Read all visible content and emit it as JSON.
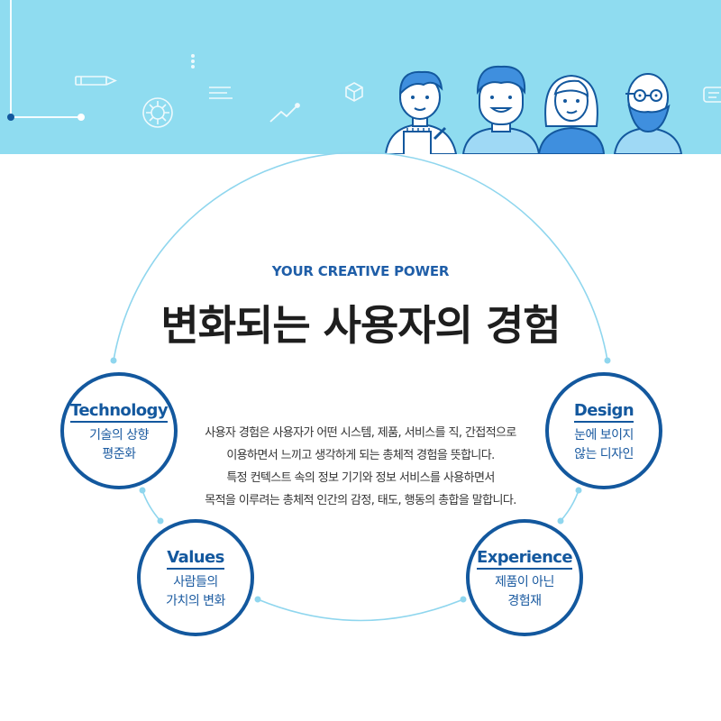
{
  "colors": {
    "banner_bg": "#8fdcf0",
    "accent_navy": "#13589e",
    "ring_line": "#8fd6ee",
    "headline": "#1e1e1e"
  },
  "hero": {
    "eyebrow": "YOUR CREATIVE POWER",
    "headline": "변화되는 사용자의 경험",
    "description_lines": [
      "사용자 경험은 사용자가 어떤 시스템, 제품, 서비스를 직, 간접적으로",
      "이용하면서 느끼고 생각하게 되는 총체적 경험을 뜻합니다.",
      "특정 컨텍스트 속의 정보 기기와 정보 서비스를 사용하면서",
      "목적을 이루려는 총체적 인간의 감정, 태도, 행동의 총합을 말합니다."
    ]
  },
  "nodes": [
    {
      "title": "Technology",
      "lines": [
        "기술의 상향",
        "평준화"
      ]
    },
    {
      "title": "Design",
      "lines": [
        "눈에 보이지",
        "않는 디자인"
      ]
    },
    {
      "title": "Values",
      "lines": [
        "사람들의",
        "가치의 변화"
      ]
    },
    {
      "title": "Experience",
      "lines": [
        "제품이 아닌",
        "경험재"
      ]
    }
  ],
  "banner": {
    "icons": [
      "pencil-icon",
      "gear-cycle-icon",
      "text-lines-icon",
      "chart-line-icon",
      "cube-icon",
      "chat-icon"
    ],
    "characters": [
      "man-with-notepad-icon",
      "smiling-man-icon",
      "woman-icon",
      "bald-man-with-glasses-icon"
    ]
  }
}
